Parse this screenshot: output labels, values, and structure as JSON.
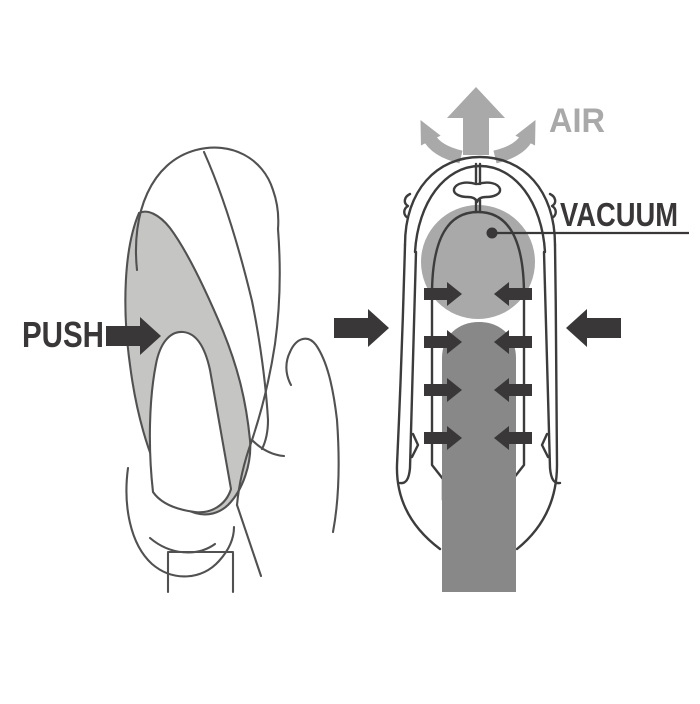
{
  "labels": {
    "push": "PUSH",
    "air": "AIR",
    "vacuum": "VACUUM"
  },
  "colors": {
    "background": "#ffffff",
    "sketch_line": "#515151",
    "section_line": "#3c3c3c",
    "dark_accent": "#3a3738",
    "air_gray": "#a9a9a9",
    "vacuum_chamber_gray": "#a9a9a9",
    "squeeze_highlight_gray": "#c5c5c3",
    "inner_column_gray": "#888888",
    "white": "#ffffff"
  },
  "icons": {
    "push_arrow": "arrow-right",
    "press_left_arrow": "arrow-right",
    "press_right_arrow": "arrow-left",
    "squeeze_arrows": "arrows-pointing-inward",
    "air_up_arrow": "arrow-up",
    "air_curl_left_arrow": "curved-arrow-up-left",
    "air_curl_right_arrow": "curved-arrow-up-right",
    "vacuum_pointer": "dot-with-leader-line"
  }
}
